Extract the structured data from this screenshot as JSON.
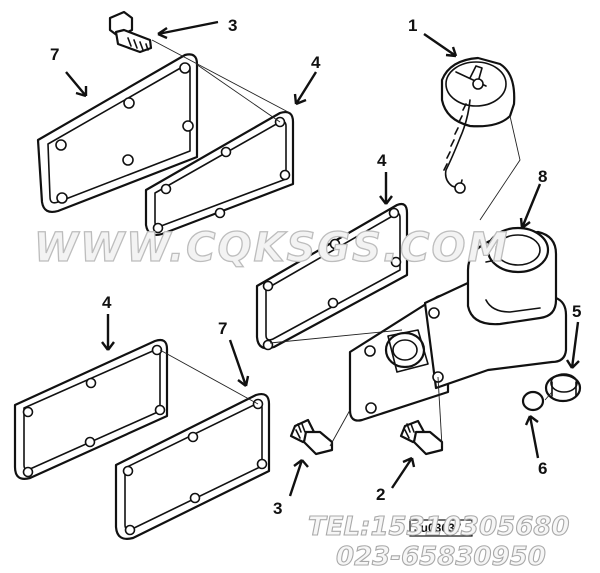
{
  "diagram": {
    "callouts": [
      {
        "id": "callout-1-cap",
        "text": "1"
      },
      {
        "id": "callout-2-screw-lower",
        "text": "2"
      },
      {
        "id": "callout-3-screw-top",
        "text": "3"
      },
      {
        "id": "callout-3-screw-lower",
        "text": "3"
      },
      {
        "id": "callout-4-gasket-top",
        "text": "4"
      },
      {
        "id": "callout-4-gasket-middle",
        "text": "4"
      },
      {
        "id": "callout-4-gasket-left",
        "text": "4"
      },
      {
        "id": "callout-5-plug",
        "text": "5"
      },
      {
        "id": "callout-6-seal-ring",
        "text": "6"
      },
      {
        "id": "callout-7-cover-top",
        "text": "7"
      },
      {
        "id": "callout-7-cover-lower",
        "text": "7"
      },
      {
        "id": "callout-8-fill-tube",
        "text": "8"
      }
    ],
    "stamp": "Ju03637",
    "watermark": "WWW.CQKSGS.COM",
    "contact_line1": "TEL:15310305680",
    "contact_line2": "023-65830950"
  }
}
